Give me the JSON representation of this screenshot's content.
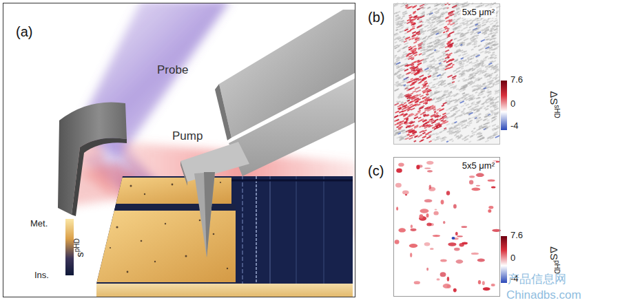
{
  "diagram": {
    "nodes": [
      {
        "text": [
          "(a)"
        ]
      },
      {
        "text": [
          "(b)",
          "5x5 μm²"
        ]
      },
      {
        "text": [
          "(c)",
          "5x5 μm²"
        ]
      }
    ],
    "labels": [
      "Probe",
      "Pump",
      "Met.",
      "Ins.",
      "s",
      "pHD",
      "7.6",
      "0",
      "-4",
      "ΔS",
      "sHD",
      "7.6",
      "0",
      "-4",
      "ΔS",
      "pHD",
      "产品信息网",
      "Chinadbs.com"
    ]
  }
}
